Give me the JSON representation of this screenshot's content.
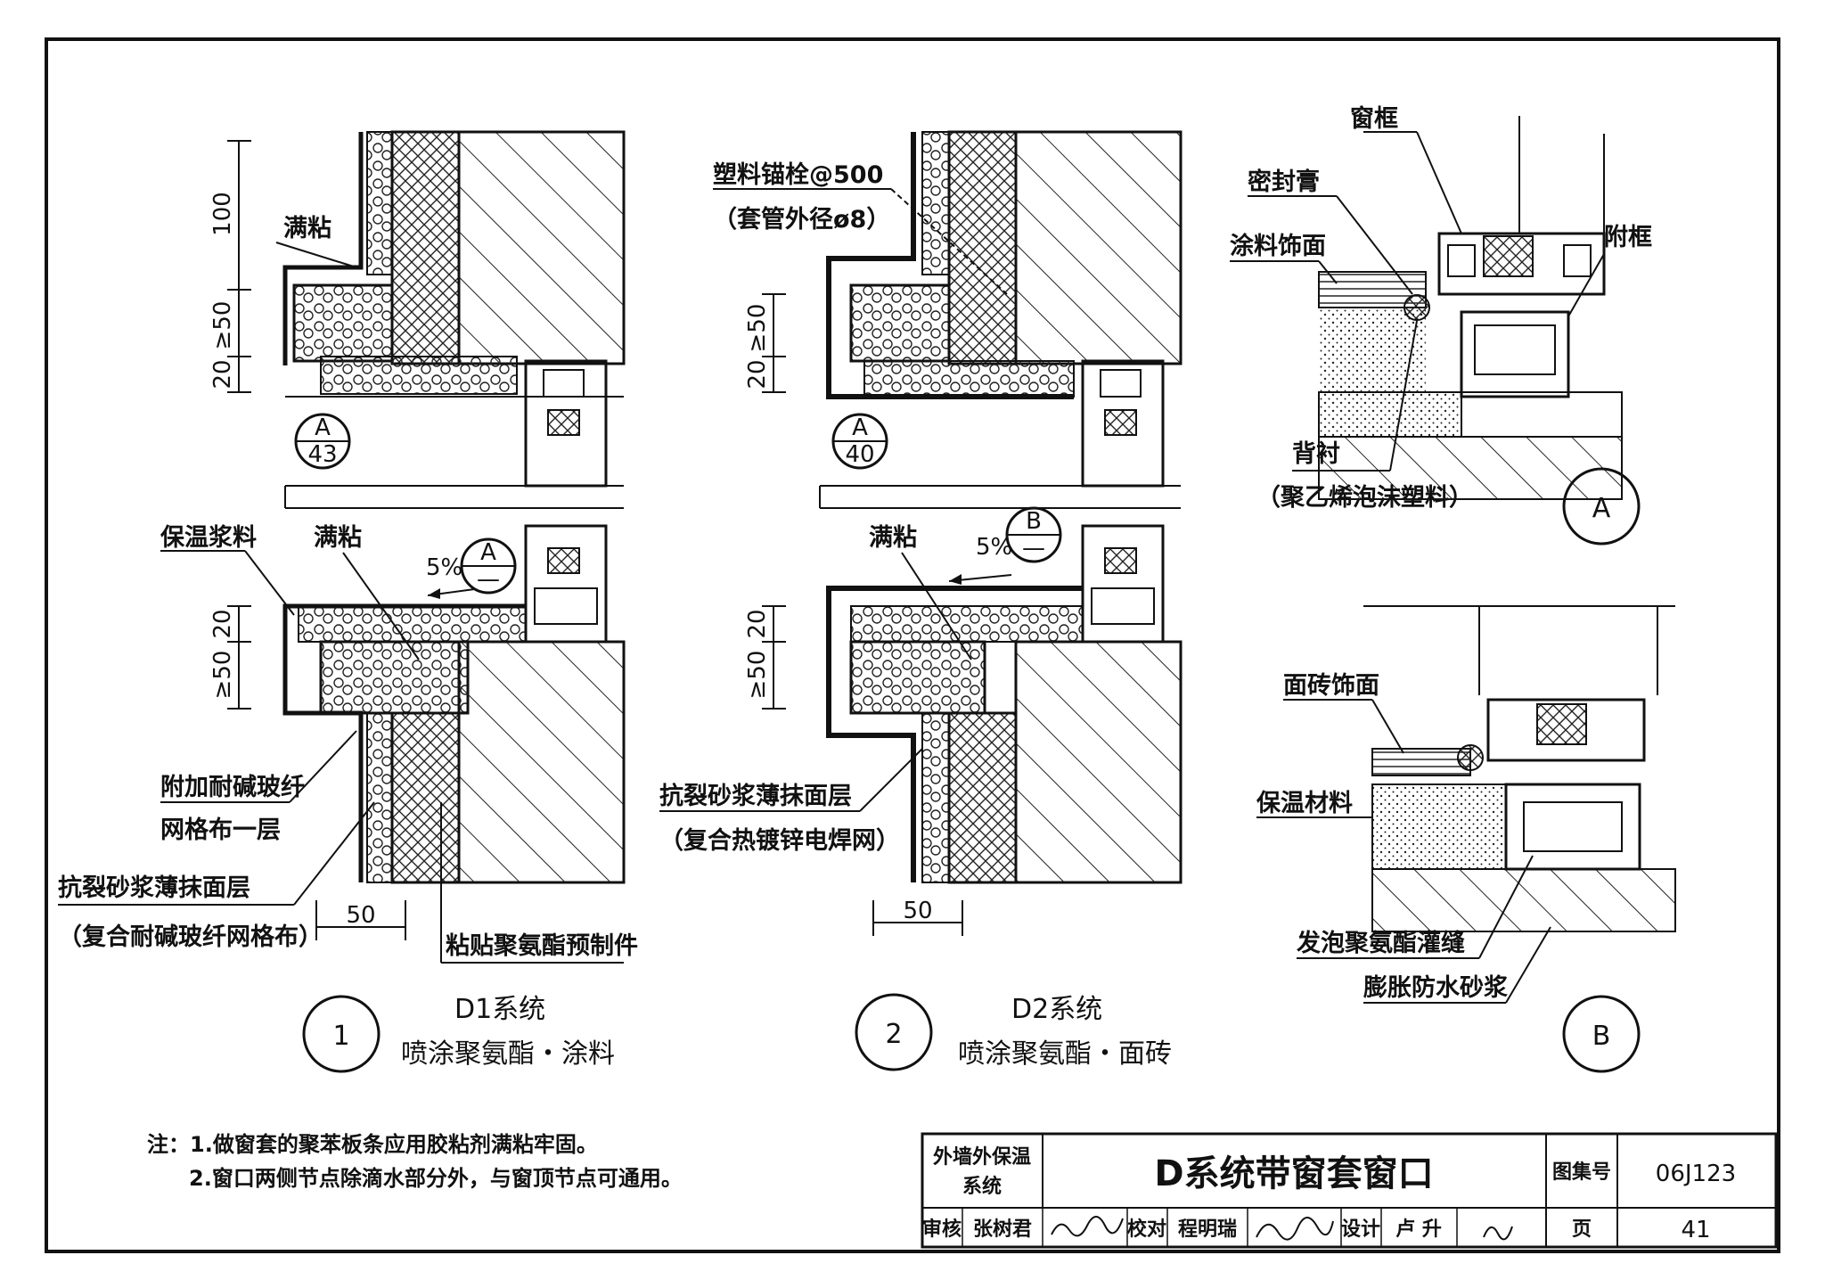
{
  "detail1": {
    "labels": {
      "full_adhesion_top": "满粘",
      "insulation_slurry": "保温浆料",
      "full_adhesion_bottom": "满粘",
      "mesh_1": "附加耐碱玻纤",
      "mesh_2": "网格布一层",
      "render_1": "抗裂砂浆薄抹面层",
      "render_2": "（复合耐碱玻纤网格布）",
      "preformed": "粘贴聚氨酯预制件",
      "slope": "5%"
    },
    "dims": {
      "d100": "100",
      "d50": "≥50",
      "d20": "20",
      "d20b": "20",
      "d50b": "≥50",
      "w50": "50"
    },
    "ref_top": {
      "letter": "A",
      "sheet": "43"
    },
    "ref_bottom": {
      "letter": "A",
      "sheet": "—"
    },
    "number": "1",
    "title": "D1系统",
    "subtitle": "喷涂聚氨酯・涂料"
  },
  "detail2": {
    "labels": {
      "anchor_1": "塑料锚栓@500",
      "anchor_2": "（套管外径ø8）",
      "full_adhesion": "满粘",
      "render_1": "抗裂砂浆薄抹面层",
      "render_2": "（复合热镀锌电焊网）",
      "slope": "5%"
    },
    "dims": {
      "d50": "≥50",
      "d20": "20",
      "d20b": "20",
      "d50b": "≥50",
      "w50": "50"
    },
    "ref_top": {
      "letter": "A",
      "sheet": "40"
    },
    "ref_bottom": {
      "letter": "B",
      "sheet": "—"
    },
    "number": "2",
    "title": "D2系统",
    "subtitle": "喷涂聚氨酯・面砖"
  },
  "detailA": {
    "labels": {
      "window_frame": "窗框",
      "sealant": "密封膏",
      "paint_finish": "涂料饰面",
      "sub_frame": "附框",
      "backing_1": "背衬",
      "backing_2": "（聚乙烯泡沫塑料）"
    },
    "letter": "A"
  },
  "detailB": {
    "labels": {
      "tile_finish": "面砖饰面",
      "insulation": "保温材料",
      "foam_fill": "发泡聚氨酯灌缝",
      "mortar": "膨胀防水砂浆"
    },
    "letter": "B"
  },
  "notes": {
    "line1": "注：1.做窗套的聚苯板条应用胶粘剂满粘牢固。",
    "line2": "2.窗口两侧节点除滴水部分外，与窗顶节点可通用。"
  },
  "title_block": {
    "category_1": "外墙外保温",
    "category_2": "系统",
    "drawing_title": "D系统带窗套窗口",
    "atlas_label": "图集号",
    "atlas_no": "06J123",
    "review_label": "审核",
    "reviewer": "张树君",
    "check_label": "校对",
    "checker": "程明瑞",
    "design_label": "设计",
    "designer": "卢 升",
    "page_label": "页",
    "page_no": "41"
  }
}
